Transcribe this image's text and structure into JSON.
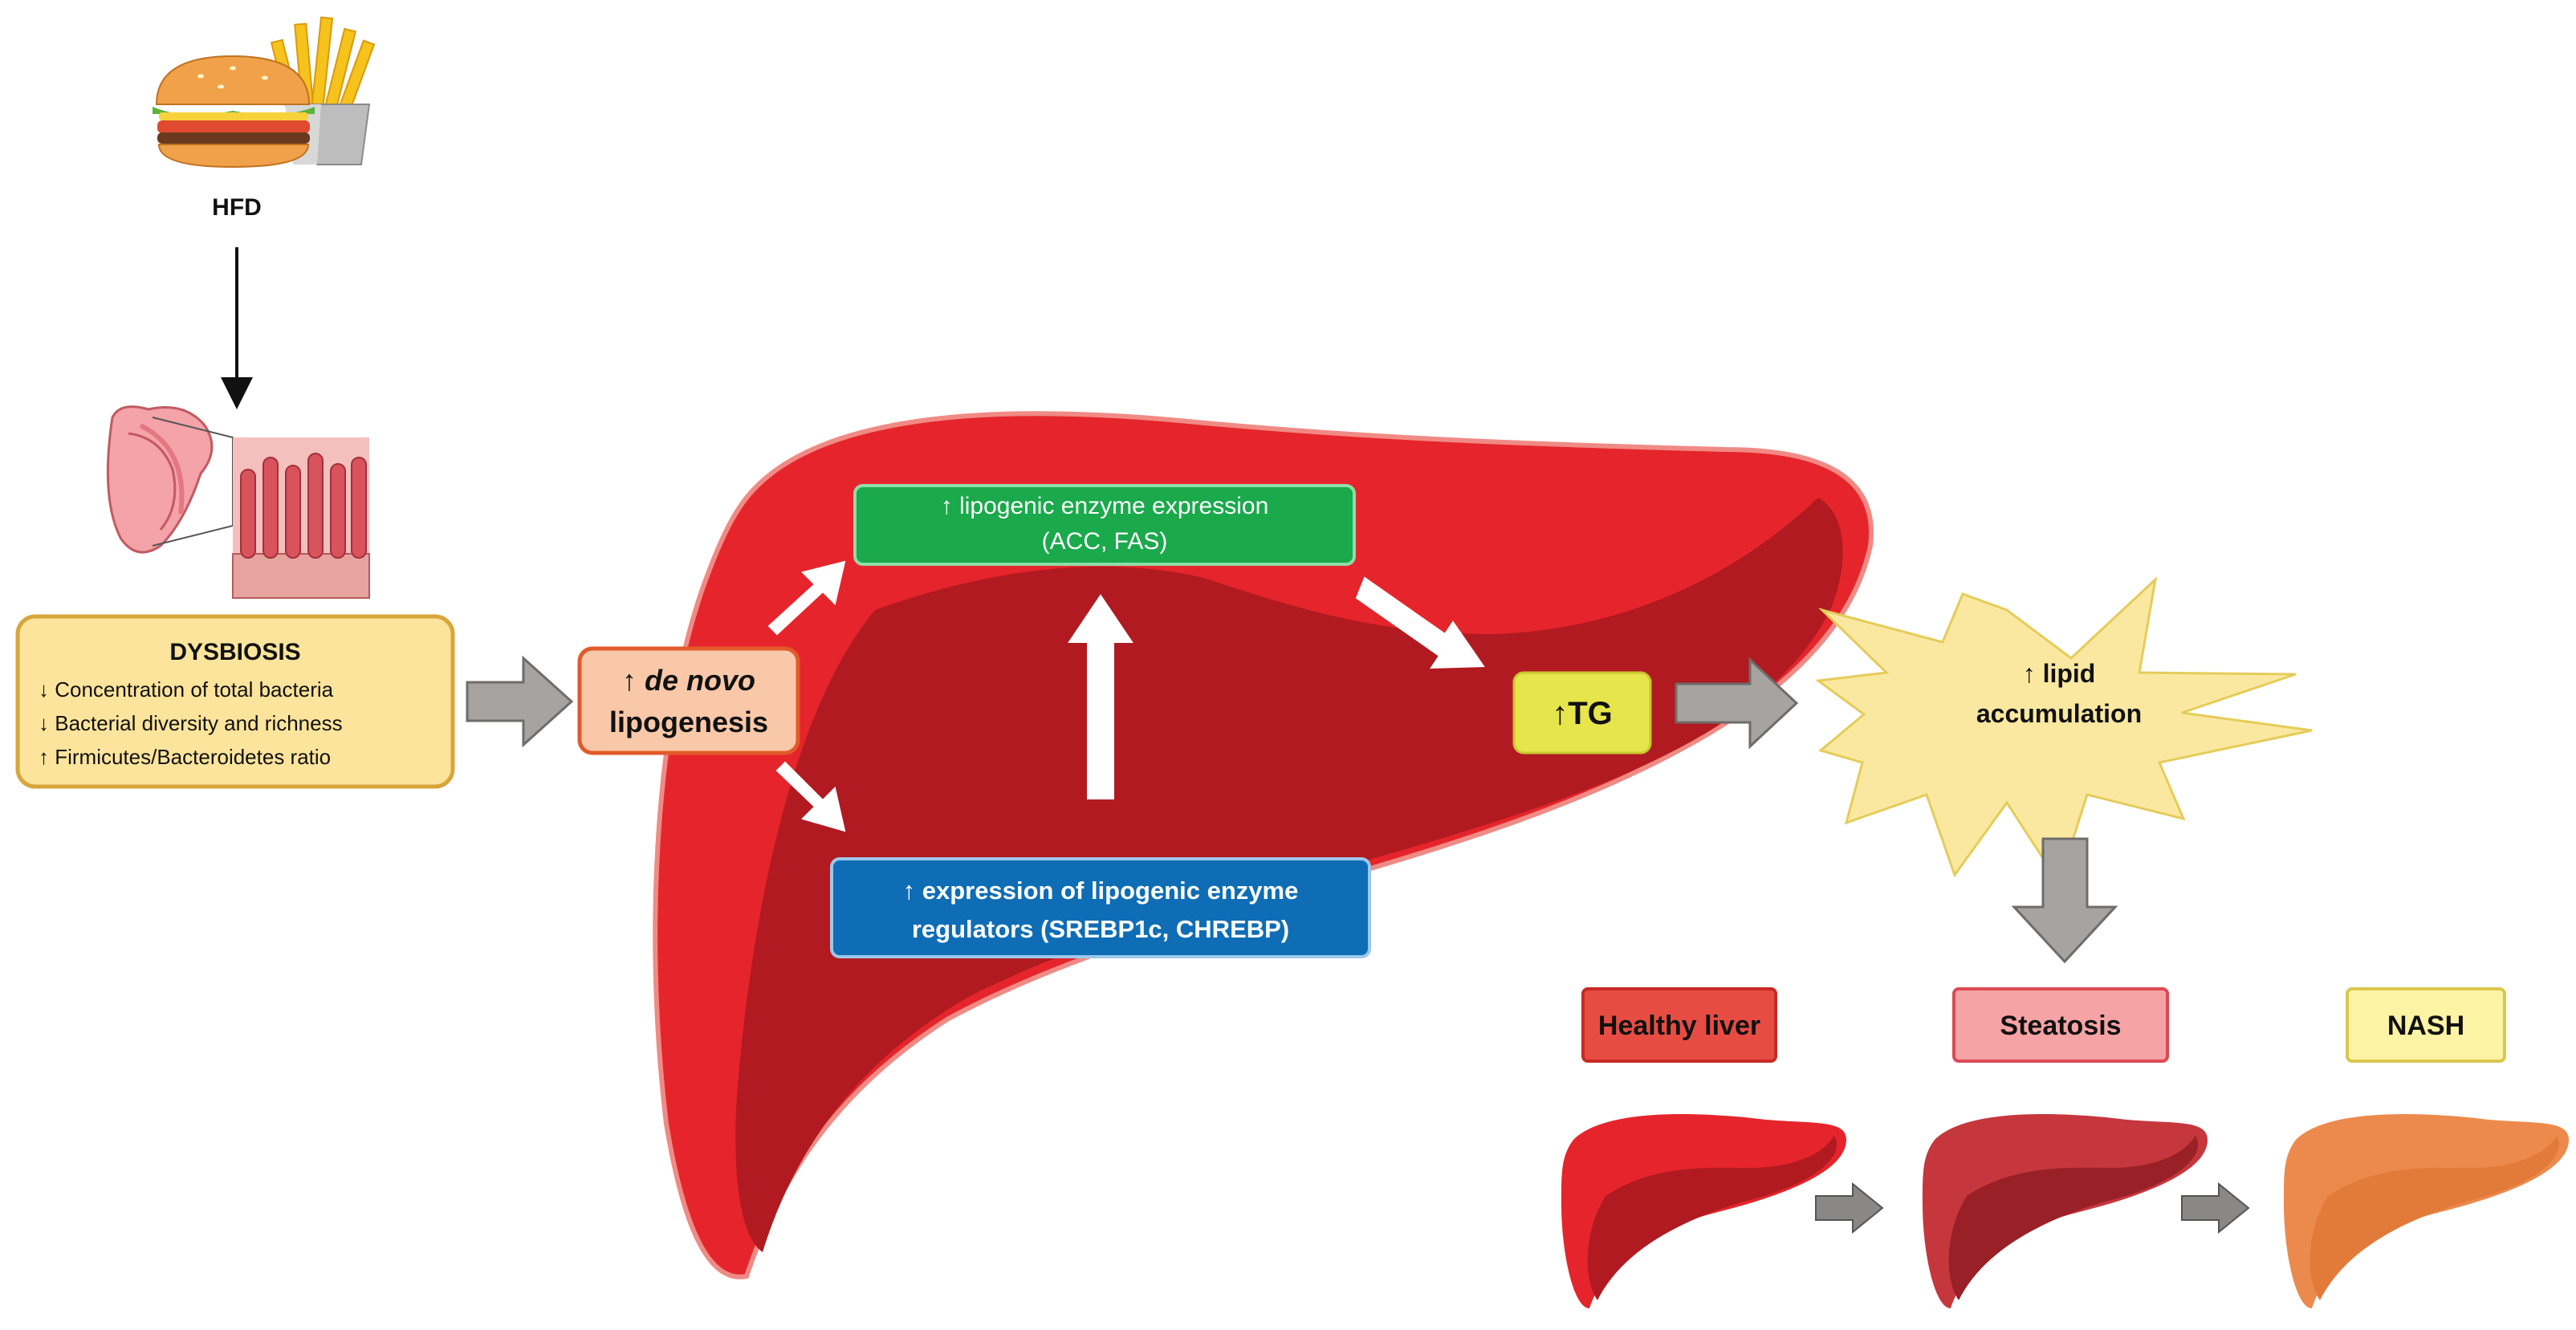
{
  "hfd": {
    "label": "HFD"
  },
  "dysbiosis": {
    "title": "DYSBIOSIS",
    "items": [
      "↓ Concentration of total bacteria",
      "↓ Bacterial diversity and richness",
      "↑ Firmicutes/Bacteroidetes ratio"
    ]
  },
  "lipogenesis": {
    "arrow": "↑",
    "italic": "de novo",
    "line2": "lipogenesis"
  },
  "enzyme_expression": {
    "line1": "↑ lipogenic enzyme expression",
    "line2": "(ACC, FAS)"
  },
  "regulators": {
    "line1": "↑ expression of lipogenic enzyme",
    "line2": "regulators (SREBP1c, CHREBP)"
  },
  "tg": {
    "label": "↑TG"
  },
  "lipid": {
    "line1": "↑ lipid",
    "line2": "accumulation"
  },
  "stages": [
    {
      "label": "Healthy liver"
    },
    {
      "label": "Steatosis"
    },
    {
      "label": "NASH"
    }
  ],
  "colors": {
    "liver_main": "#e5252b",
    "liver_shadow": "#b11a20",
    "green_box": "#1aa94b",
    "blue_box": "#0e6db5",
    "tg_box": "#e6e54b",
    "dysbiosis_box": "#fde49c",
    "lipogenesis_box": "#f9c8a8",
    "starburst": "#fbe8a0",
    "gray_arrow": "#a6a3a0",
    "healthy_liver": "#e5252b",
    "steatosis_liver": "#c5363d",
    "nash_liver": "#ec8a4d"
  },
  "icons": [
    "burger-fries-icon",
    "intestine-icon"
  ]
}
